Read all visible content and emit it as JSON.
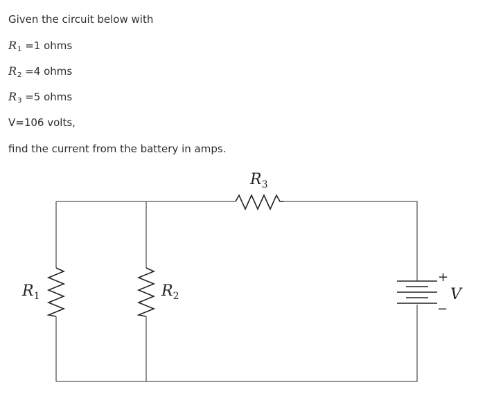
{
  "problem": {
    "intro": "Given the circuit below with",
    "r1": {
      "symbol": "R",
      "sub": "1",
      "value": "=1 ohms"
    },
    "r2": {
      "symbol": "R",
      "sub": "2",
      "value": "=4 ohms"
    },
    "r3": {
      "symbol": "R",
      "sub": "3",
      "value": "=5 ohms"
    },
    "voltage": "V=106 volts,",
    "question": "find the current from the battery in amps."
  },
  "circuit": {
    "r1_label": {
      "symbol": "R",
      "sub": "1"
    },
    "r2_label": {
      "symbol": "R",
      "sub": "2"
    },
    "r3_label": {
      "symbol": "R",
      "sub": "3"
    },
    "battery_label": "V",
    "plus_sign": "+",
    "minus_sign": "−"
  }
}
